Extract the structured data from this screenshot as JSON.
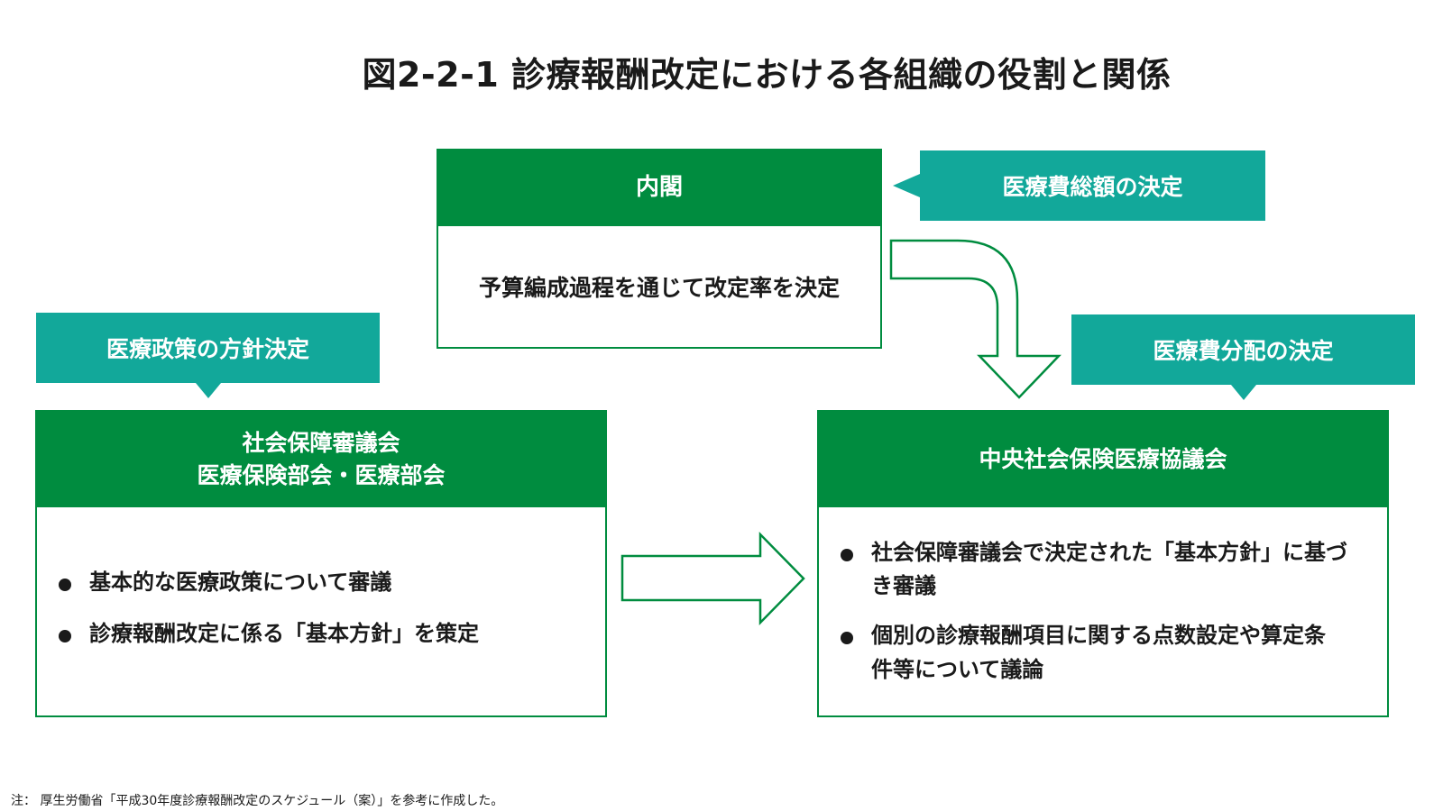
{
  "title": "図2-2-1 診療報酬改定における各組織の役割と関係",
  "cabinet": {
    "header": "内閣",
    "body": "予算編成過程を通じて改定率を決定",
    "tag": "医療費総額の決定"
  },
  "council": {
    "header_line1": "社会保障審議会",
    "header_line2": "医療保険部会・医療部会",
    "tag": "医療政策の方針決定",
    "bullets": [
      "基本的な医療政策について審議",
      "診療報酬改定に係る「基本方針」を策定"
    ]
  },
  "chuikyo": {
    "header": "中央社会保険医療協議会",
    "tag": "医療費分配の決定",
    "bullets": [
      "社会保障審議会で決定された「基本方針」に基づき審議",
      "個別の診療報酬項目に関する点数設定や算定条件等について議論"
    ]
  },
  "note": "注： 厚生労働省「平成30年度診療報酬改定のスケジュール（案）」を参考に作成した。",
  "colors": {
    "green": "#008c3f",
    "teal": "#12a89a"
  }
}
